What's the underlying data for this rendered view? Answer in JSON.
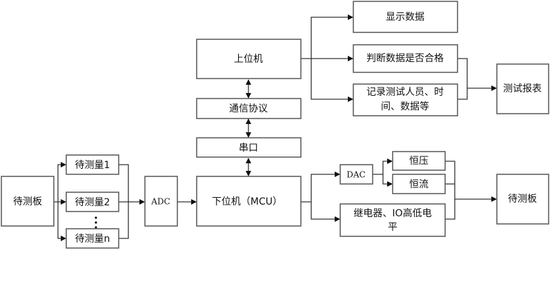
{
  "nodes": {
    "board_in": "待测板",
    "meas1": "待测量1",
    "meas2": "待测量2",
    "measn": "待测量n",
    "adc": "ADC",
    "mcu": "下位机（MCU）",
    "serial": "串口",
    "protocol": "通信协议",
    "host": "上位机",
    "display": "显示数据",
    "judge": "判断数据是否合格",
    "record_line1": "记录测试人员、时",
    "record_line2": "间、数据等",
    "report": "测试报表",
    "dac": "DAC",
    "cv": "恒压",
    "cc": "恒流",
    "relay_line1": "继电器、IO高低电",
    "relay_line2": "平",
    "board_out": "待测板"
  }
}
